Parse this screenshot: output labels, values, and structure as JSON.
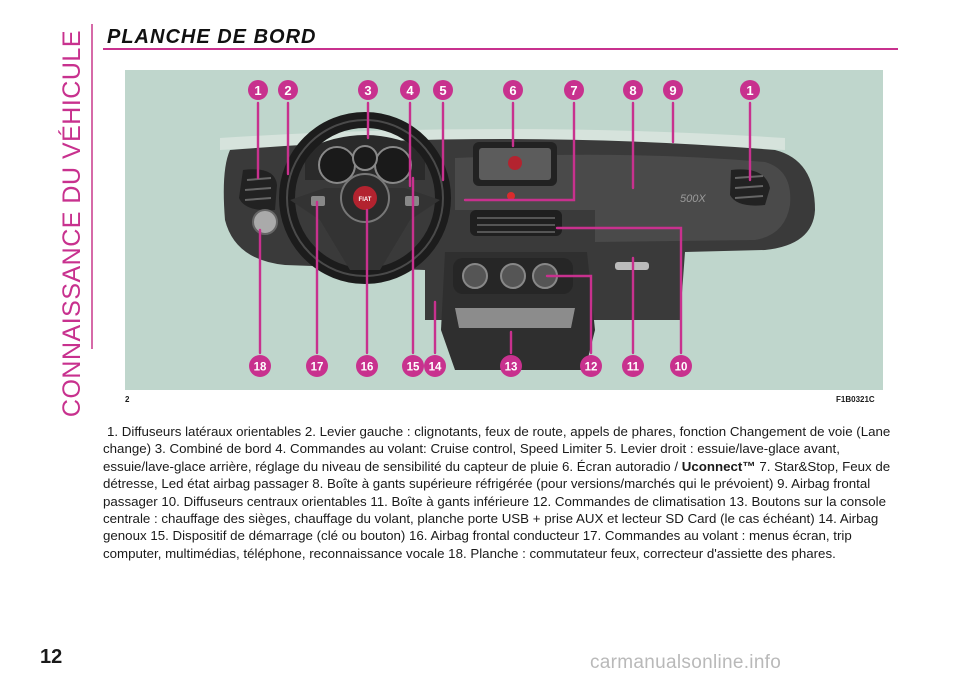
{
  "sidebar": {
    "section_title": "CONNAISSANCE DU VÉHICULE"
  },
  "page": {
    "title": "PLANCHE DE BORD",
    "number": "12"
  },
  "figure": {
    "number": "2",
    "code": "F1B0321C",
    "top_labels": [
      "1",
      "2",
      "3",
      "4",
      "5",
      "6",
      "7",
      "8",
      "9",
      "1"
    ],
    "bottom_labels": [
      "18",
      "17",
      "16",
      "15",
      "14",
      "13",
      "12",
      "11",
      "10"
    ],
    "brand_badge": "FIAT",
    "model_badge": "500X",
    "colors": {
      "marker": "#c8318e",
      "dashboard": "#3a3a3a",
      "background": "#bfd6cc"
    }
  },
  "caption": {
    "part1": "1. Diffuseurs latéraux orientables    2. Levier gauche : clignotants, feux de route, appels de phares, fonction Changement de voie (Lane change)    3. Combiné de bord    4. Commandes au volant: Cruise control, Speed Limiter    5. Levier droit : essuie/lave-glace avant, essuie/lave-glace arrière, réglage du niveau de sensibilité du capteur de pluie    6. Écran autoradio / ",
    "bold": "Uconnect™",
    "part2": "   7. Star&Stop, Feux de détresse, Led état airbag passager    8. Boîte à gants supérieure réfrigérée (pour versions/marchés qui le prévoient)    9. Airbag frontal passager    10. Diffuseurs centraux orientables    11. Boîte à gants inférieure    12. Commandes de climatisation    13. Boutons sur la console centrale : chauffage des sièges, chauffage du volant, planche porte USB + prise AUX et lecteur SD Card (le cas échéant)    14. Airbag genoux    15. Dispositif de démarrage (clé ou bouton)    16. Airbag frontal conducteur    17. Commandes au volant : menus écran, trip computer, multimédias, téléphone, reconnaissance vocale    18. Planche : commutateur feux, correcteur d'assiette des phares."
  },
  "watermark": "carmanualsonline.info"
}
